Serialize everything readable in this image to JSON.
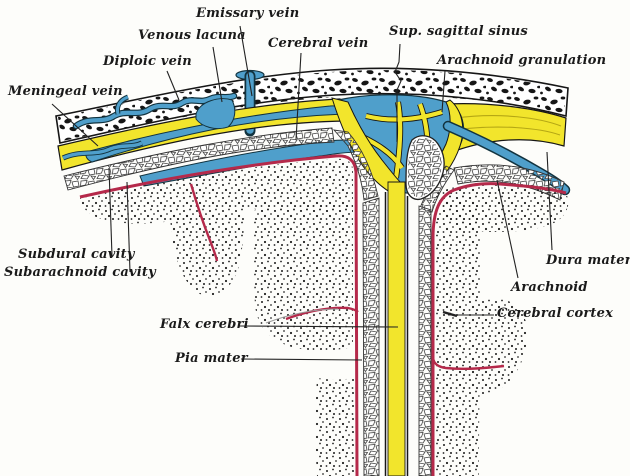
{
  "figure": {
    "type": "anatomical-diagram",
    "subject": "Coronal section across the top of the skull showing the membranes of the brain and the superior sagittal sinus",
    "labels": {
      "meningeal_vein": "Meningeal vein",
      "diploic_vein": "Diploic vein",
      "venous_lacuna": "Venous lacuna",
      "emissary_vein": "Emissary vein",
      "cerebral_vein": "Cerebral vein",
      "sup_sagittal_sinus": "Sup. sagittal sinus",
      "arachnoid_granulation": "Arachnoid granulation",
      "subdural_cavity": "Subdural cavity",
      "subarachnoid_cavity": "Subarachnoid cavity",
      "dura_mater": "Dura mater",
      "arachnoid": "Arachnoid",
      "cerebral_cortex": "Cerebral cortex",
      "falx_cerebri": "Falx cerebri",
      "pia_mater": "Pia mater"
    },
    "colors": {
      "vein_blue": "#4f9fcb",
      "dura_yellow": "#f2e52c",
      "pia_red": "#b5294a",
      "ink_black": "#1a1a1a",
      "background": "#fdfdfa"
    }
  }
}
